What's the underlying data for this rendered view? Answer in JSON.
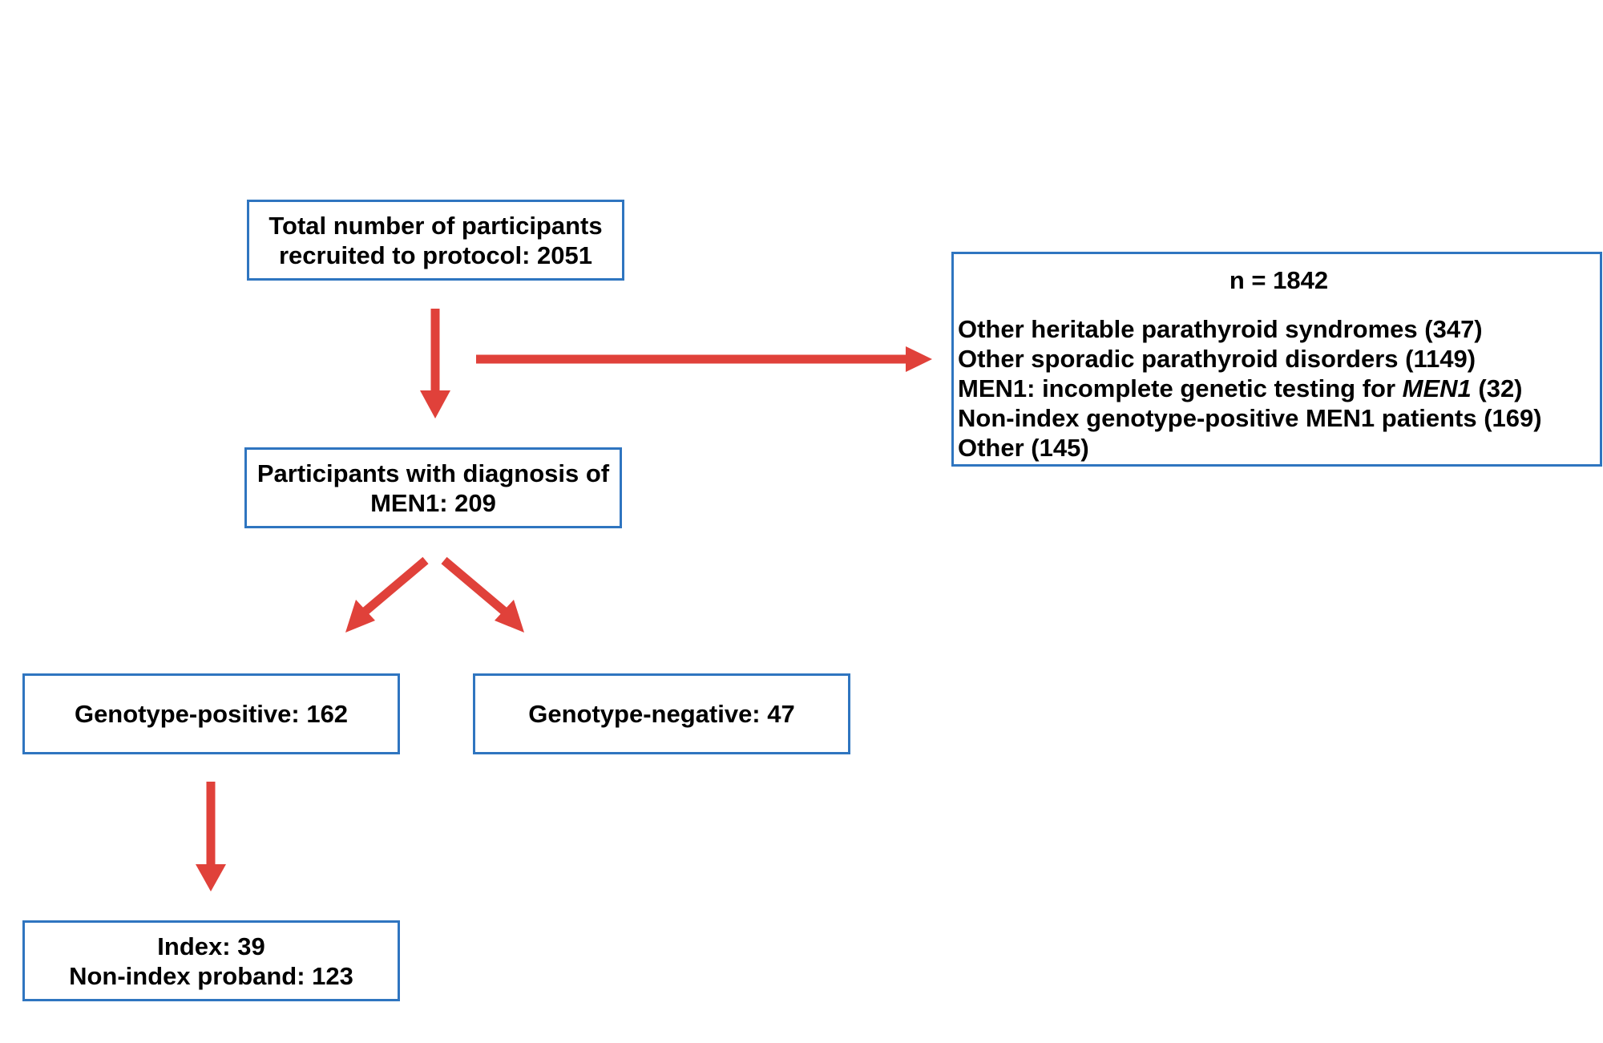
{
  "total": {
    "line1": "Total number of participants",
    "line2": "recruited to protocol: 2051"
  },
  "men1": {
    "line1": "Participants with diagnosis of",
    "line2": "MEN1: 209"
  },
  "genotype_positive": {
    "label": "Genotype-positive: 162"
  },
  "genotype_negative": {
    "label": "Genotype-negative: 47"
  },
  "index": {
    "line1": "Index: 39",
    "line2": "Non-index proband: 123"
  },
  "excluded": {
    "heading": "n = 1842",
    "items": [
      "Other heritable parathyroid syndromes (347)",
      "Other sporadic parathyroid disorders (1149)",
      {
        "prefix": "MEN1: incomplete genetic testing for ",
        "gene": "MEN1",
        "suffix": " (32)"
      },
      "Non-index genotype-positive MEN1 patients (169)",
      "Other (145)"
    ]
  },
  "colors": {
    "box_border": "#2f75c0",
    "arrow": "#e0413a"
  }
}
